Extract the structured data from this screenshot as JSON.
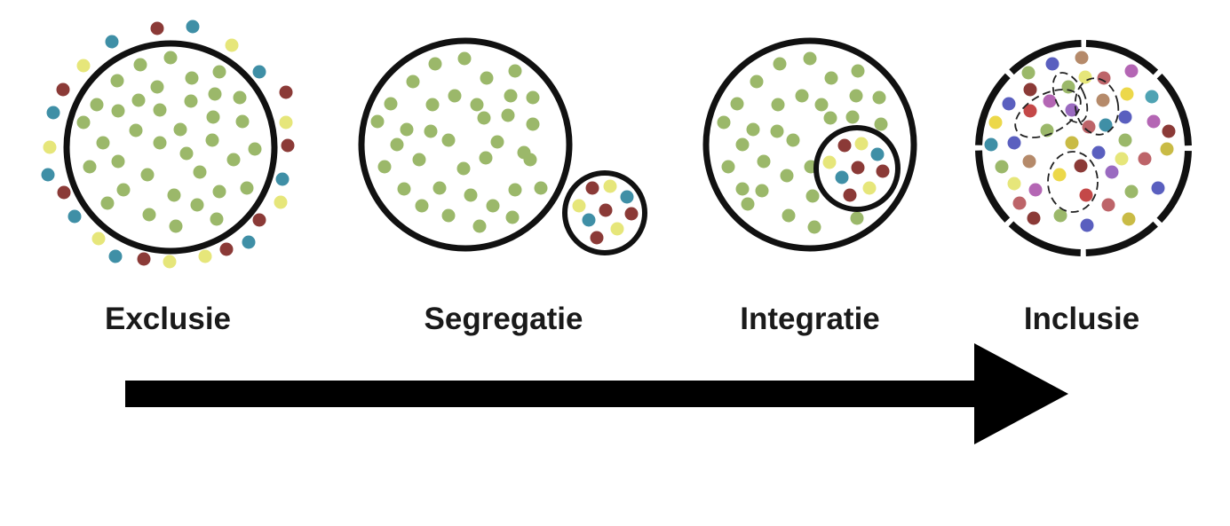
{
  "stages": [
    {
      "label": "Exclusie"
    },
    {
      "label": "Segregatie"
    },
    {
      "label": "Integratie"
    },
    {
      "label": "Inclusie"
    }
  ],
  "colors": {
    "g": "#9bb86a",
    "r": "#8b3a37",
    "t": "#3f8fa6",
    "y": "#e6e67a",
    "b": "#5a5fbf",
    "p": "#9a6ac0",
    "m": "#b466b4",
    "n": "#b58a6a",
    "o": "#c9bb45",
    "s": "#bd6469",
    "c": "#4fa3b3",
    "d": "#c44848",
    "Y": "#ecd84a",
    "outline": "#111111",
    "arrow": "#000000"
  }
}
